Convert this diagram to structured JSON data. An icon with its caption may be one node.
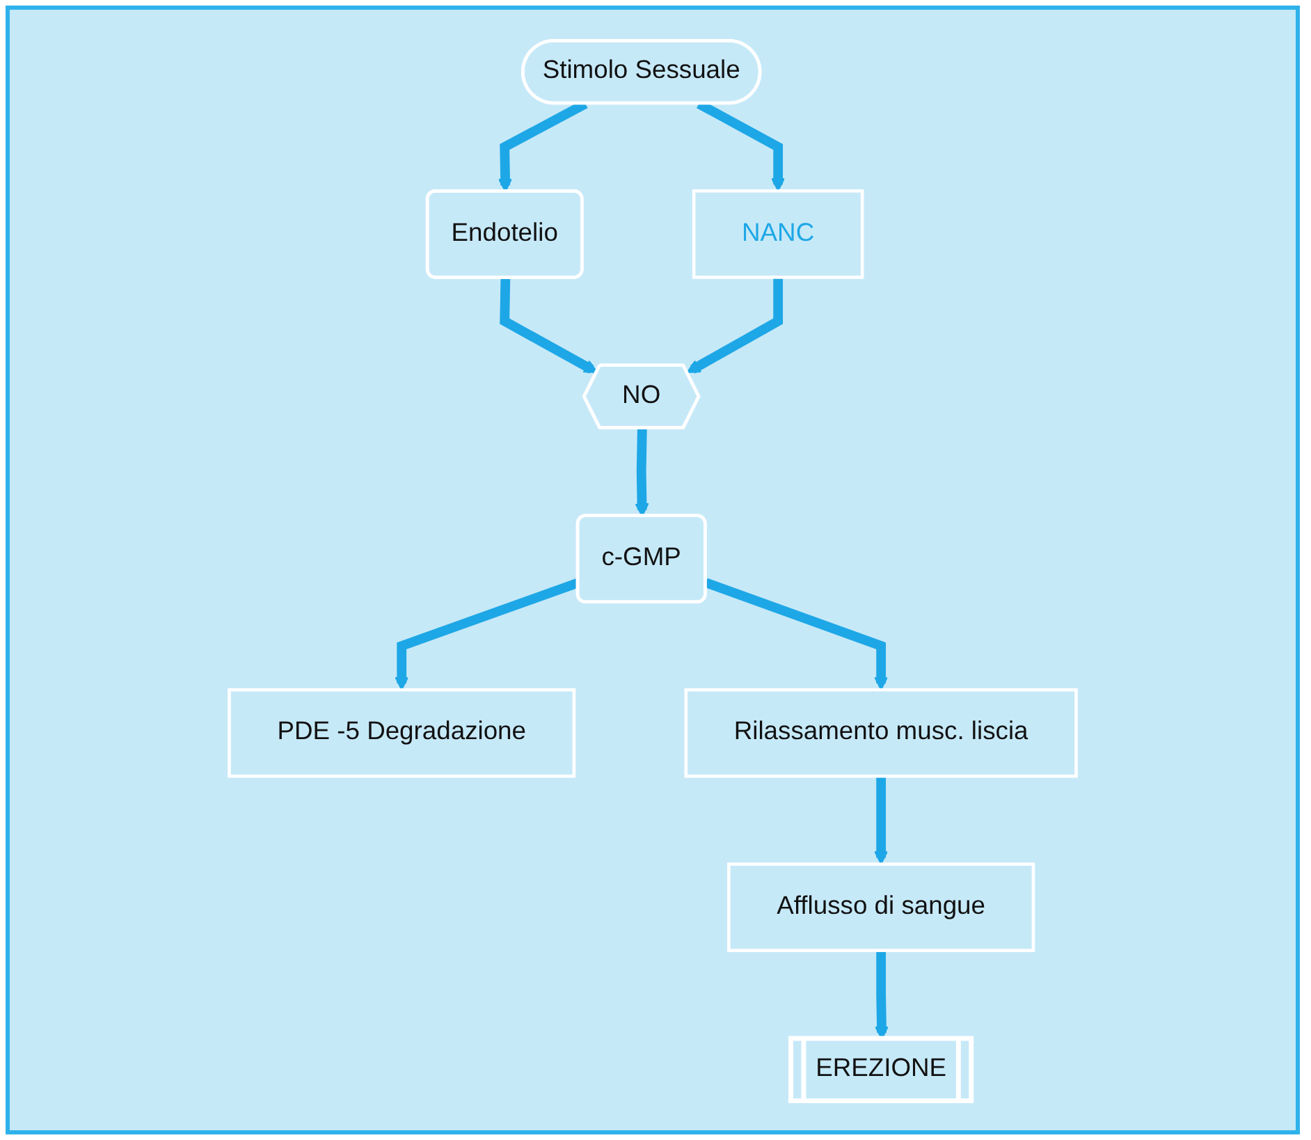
{
  "diagram": {
    "nodes": [
      {
        "text": [
          "Stimolo Sessuale"
        ]
      },
      {
        "text": [
          "Endotelio"
        ]
      },
      {
        "text": [
          "NANC"
        ]
      },
      {
        "text": [
          "NO"
        ]
      },
      {
        "text": [
          "c-GMP"
        ]
      },
      {
        "text": [
          "PDE -5 Degradazione"
        ]
      },
      {
        "text": [
          "Rilassamento musc. liscia"
        ]
      },
      {
        "text": [
          "Afflusso di sangue"
        ]
      },
      {
        "text": [
          "EREZIONE"
        ]
      }
    ],
    "edges": [
      {
        "from": 0,
        "to": 1,
        "arrow": "to"
      },
      {
        "from": 0,
        "to": 2,
        "arrow": "to"
      },
      {
        "from": 1,
        "to": 3,
        "arrow": "to"
      },
      {
        "from": 2,
        "to": 3,
        "arrow": "to"
      },
      {
        "from": 3,
        "to": 4,
        "arrow": "to"
      },
      {
        "from": 4,
        "to": 5,
        "arrow": "to"
      },
      {
        "from": 4,
        "to": 6,
        "arrow": "to"
      },
      {
        "from": 6,
        "to": 7,
        "arrow": "to"
      },
      {
        "from": 7,
        "to": 8,
        "arrow": "to"
      }
    ]
  }
}
